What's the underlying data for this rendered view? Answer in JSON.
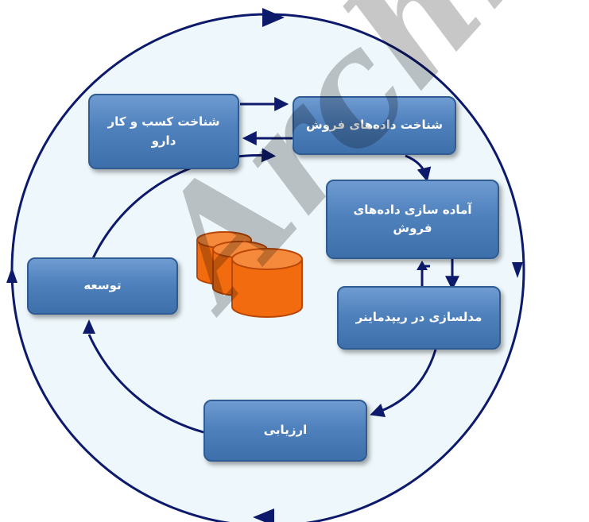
{
  "diagram": {
    "boxes": {
      "business_understanding": "شناخت کسب و کار\nدارو",
      "data_understanding": "شناخت داده‌های فروش",
      "data_preparation": "آماده سازی داده‌های\nفروش",
      "modeling": "مدلسازی در ریپدماینر",
      "evaluation": "ارزیابی",
      "deployment": "توسعه"
    },
    "watermark": "Archive of SID",
    "colors": {
      "circle_fill": "#eef7fb",
      "circle_stroke": "#0d1a6b",
      "box_fill": "#4f81bd",
      "box_border": "#2f5c93",
      "arrow": "#0d1a6b",
      "database_fill": "#f26b0f",
      "database_stroke": "#b94708"
    },
    "icons": [
      "database-icon"
    ]
  }
}
